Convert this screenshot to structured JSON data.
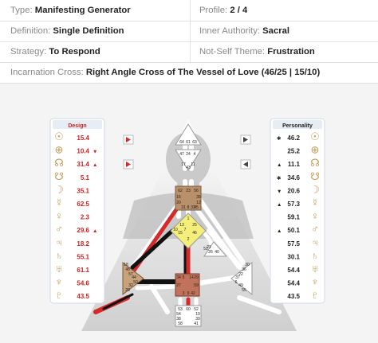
{
  "info": {
    "type": {
      "label": "Type:",
      "value": "Manifesting Generator"
    },
    "profile": {
      "label": "Profile:",
      "value": "2 / 4"
    },
    "definition": {
      "label": "Definition:",
      "value": "Single Definition"
    },
    "inner_authority": {
      "label": "Inner Authority:",
      "value": "Sacral"
    },
    "strategy": {
      "label": "Strategy:",
      "value": "To Respond"
    },
    "not_self_theme": {
      "label": "Not-Self Theme:",
      "value": "Frustration"
    },
    "incarnation_cross": {
      "label": "Incarnation Cross:",
      "value": "Right Angle Cross of The Vessel of Love (46/25 | 15/10)"
    }
  },
  "design": {
    "title": "Design",
    "color": "#cc2222",
    "rows": [
      {
        "planet": "sun-icon",
        "glyph": "☉",
        "value": "15.4",
        "mark": ""
      },
      {
        "planet": "earth-icon",
        "glyph": "⊕",
        "value": "10.4",
        "mark": "▼"
      },
      {
        "planet": "north-node-icon",
        "glyph": "☊",
        "value": "31.4",
        "mark": "▲"
      },
      {
        "planet": "south-node-icon",
        "glyph": "☋",
        "value": "5.1",
        "mark": ""
      },
      {
        "planet": "moon-icon",
        "glyph": "☽",
        "value": "35.1",
        "mark": ""
      },
      {
        "planet": "mercury-icon",
        "glyph": "☿",
        "value": "62.5",
        "mark": ""
      },
      {
        "planet": "venus-icon",
        "glyph": "♀",
        "value": "2.3",
        "mark": ""
      },
      {
        "planet": "mars-icon",
        "glyph": "♂",
        "value": "29.6",
        "mark": "▲"
      },
      {
        "planet": "jupiter-icon",
        "glyph": "♃",
        "value": "18.2",
        "mark": ""
      },
      {
        "planet": "saturn-icon",
        "glyph": "♄",
        "value": "55.1",
        "mark": ""
      },
      {
        "planet": "uranus-icon",
        "glyph": "♅",
        "value": "61.1",
        "mark": ""
      },
      {
        "planet": "neptune-icon",
        "glyph": "♆",
        "value": "54.6",
        "mark": ""
      },
      {
        "planet": "pluto-icon",
        "glyph": "♇",
        "value": "43.5",
        "mark": ""
      }
    ]
  },
  "personality": {
    "title": "Personality",
    "color": "#222222",
    "rows": [
      {
        "planet": "sun-icon",
        "glyph": "☉",
        "value": "46.2",
        "mark": "✱"
      },
      {
        "planet": "earth-icon",
        "glyph": "⊕",
        "value": "25.2",
        "mark": ""
      },
      {
        "planet": "north-node-icon",
        "glyph": "☊",
        "value": "11.1",
        "mark": "▲"
      },
      {
        "planet": "south-node-icon",
        "glyph": "☋",
        "value": "34.6",
        "mark": "✱"
      },
      {
        "planet": "moon-icon",
        "glyph": "☽",
        "value": "20.6",
        "mark": "▼"
      },
      {
        "planet": "mercury-icon",
        "glyph": "☿",
        "value": "57.3",
        "mark": "▲"
      },
      {
        "planet": "venus-icon",
        "glyph": "♀",
        "value": "59.1",
        "mark": ""
      },
      {
        "planet": "mars-icon",
        "glyph": "♂",
        "value": "50.1",
        "mark": "▲"
      },
      {
        "planet": "jupiter-icon",
        "glyph": "♃",
        "value": "57.5",
        "mark": ""
      },
      {
        "planet": "saturn-icon",
        "glyph": "♄",
        "value": "30.1",
        "mark": ""
      },
      {
        "planet": "uranus-icon",
        "glyph": "♅",
        "value": "54.4",
        "mark": ""
      },
      {
        "planet": "neptune-icon",
        "glyph": "♆",
        "value": "54.4",
        "mark": ""
      },
      {
        "planet": "pluto-icon",
        "glyph": "♇",
        "value": "43.5",
        "mark": ""
      }
    ]
  },
  "bodygraph": {
    "colors": {
      "defined_center": "#c8a27a",
      "throat_defined": "#b9906a",
      "g_center": "#f4ee7a",
      "sacral": "#c0735a",
      "active_red": "#d62a2a",
      "active_black": "#111111",
      "gate_circle": "#5a3d8c"
    },
    "gates": {
      "head": [
        "64",
        "61",
        "63"
      ],
      "ajna": [
        "47",
        "24",
        "4",
        "17",
        "43",
        "11"
      ],
      "throat": [
        "62",
        "23",
        "56",
        "16",
        "20",
        "31",
        "8",
        "33",
        "35",
        "12",
        "45"
      ],
      "g": [
        "1",
        "13",
        "7",
        "25",
        "15",
        "46",
        "2",
        "10"
      ],
      "ego": [
        "21",
        "40",
        "26",
        "51"
      ],
      "spleen": [
        "48",
        "57",
        "44",
        "50",
        "32",
        "28",
        "18"
      ],
      "solar_plexus": [
        "36",
        "22",
        "37",
        "6",
        "49",
        "55",
        "30"
      ],
      "sacral": [
        "34",
        "5",
        "14",
        "29",
        "27",
        "59",
        "9",
        "3",
        "42"
      ],
      "root": [
        "53",
        "60",
        "52",
        "54",
        "38",
        "58",
        "19",
        "39",
        "41"
      ]
    }
  }
}
